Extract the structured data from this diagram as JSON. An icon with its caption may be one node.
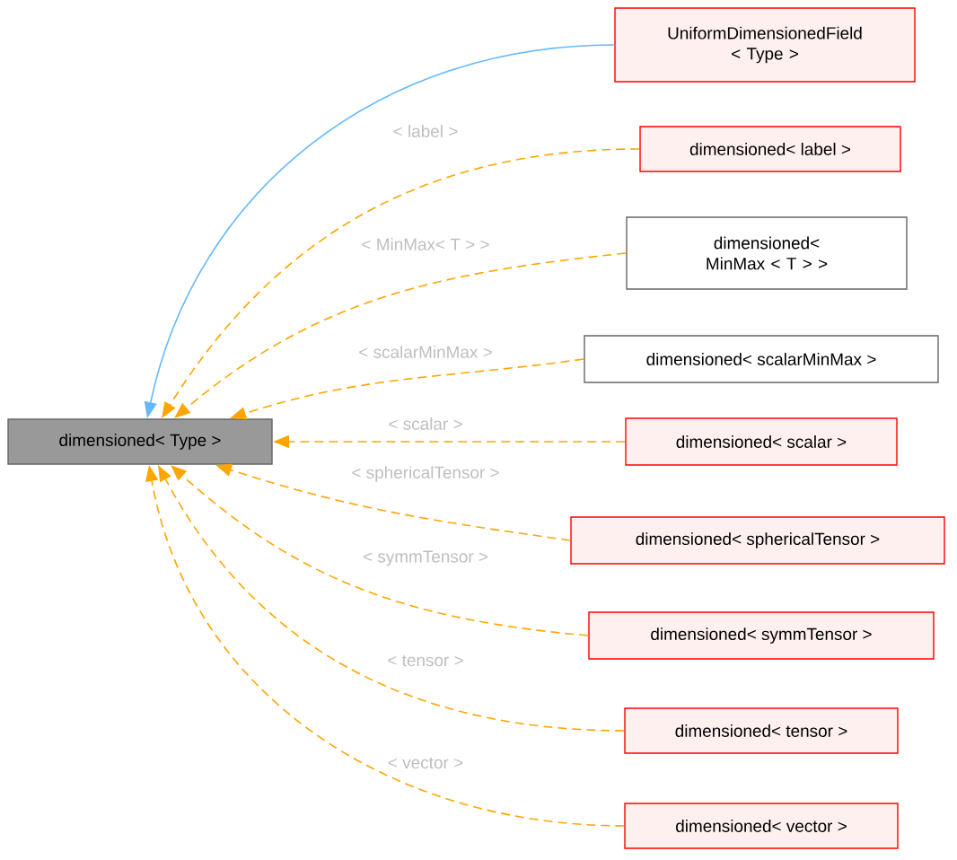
{
  "diagram": {
    "nodes": [
      {
        "text": [
          "dimensioned< Type >"
        ]
      },
      {
        "text": [
          "UniformDimensionedField < Type >"
        ]
      },
      {
        "text": [
          "dimensioned< label >"
        ]
      },
      {
        "text": [
          "dimensioned< MinMax < T > >"
        ]
      },
      {
        "text": [
          "dimensioned< scalarMinMax >"
        ]
      },
      {
        "text": [
          "dimensioned< scalar >"
        ]
      },
      {
        "text": [
          "dimensioned< sphericalTensor >"
        ]
      },
      {
        "text": [
          "dimensioned< symmTensor >"
        ]
      },
      {
        "text": [
          "dimensioned< tensor >"
        ]
      },
      {
        "text": [
          "dimensioned< vector >"
        ]
      }
    ],
    "edges": [
      {
        "from": 1,
        "to": 0,
        "arrow": "to",
        "color": "#63b8ff"
      },
      {
        "from": 2,
        "to": 0,
        "arrow": "to",
        "style": "dashed",
        "label": "< label >"
      },
      {
        "from": 3,
        "to": 0,
        "arrow": "to",
        "style": "dashed",
        "label": "< MinMax< T > >"
      },
      {
        "from": 4,
        "to": 0,
        "arrow": "to",
        "style": "dashed",
        "label": "< scalarMinMax >"
      },
      {
        "from": 5,
        "to": 0,
        "arrow": "to",
        "style": "dashed",
        "label": "< scalar >"
      },
      {
        "from": 6,
        "to": 0,
        "arrow": "to",
        "style": "dashed",
        "label": "< sphericalTensor >"
      },
      {
        "from": 7,
        "to": 0,
        "arrow": "to",
        "style": "dashed",
        "label": "< symmTensor >"
      },
      {
        "from": 8,
        "to": 0,
        "arrow": "to",
        "style": "dashed",
        "label": "< tensor >"
      },
      {
        "from": 9,
        "to": 0,
        "arrow": "to",
        "style": "dashed",
        "label": "< vector >"
      }
    ]
  }
}
